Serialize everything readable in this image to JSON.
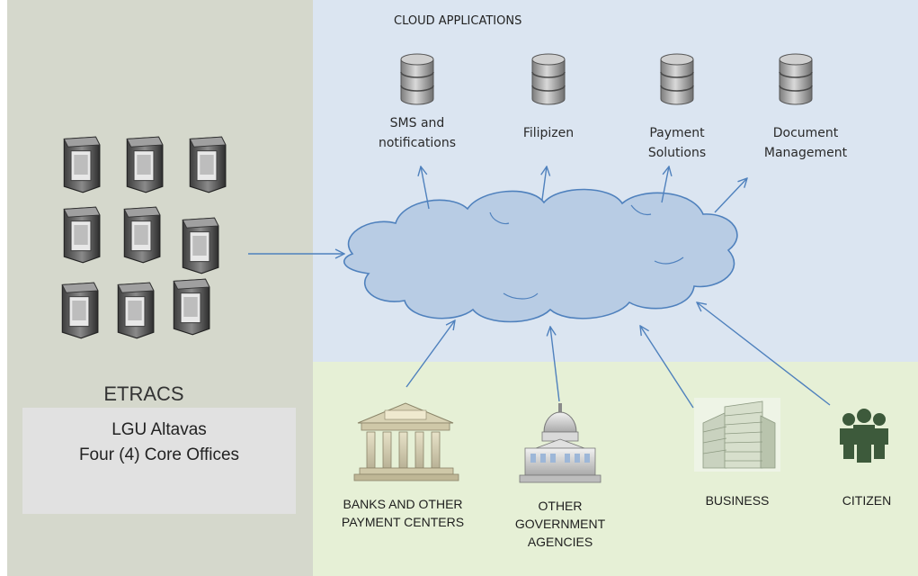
{
  "cloud_title": "CLOUD APPLICATIONS",
  "cloud_apps": [
    {
      "label": "SMS and\nnotifications",
      "icon": "database-icon"
    },
    {
      "label": "Filipizen",
      "icon": "database-icon"
    },
    {
      "label": "Payment\nSolutions",
      "icon": "database-icon"
    },
    {
      "label": "Document\nManagement",
      "icon": "database-icon"
    }
  ],
  "etracs": {
    "title": "ETRACS",
    "line1": "LGU Altavas",
    "line2": "Four (4) Core Offices"
  },
  "users": [
    {
      "label": "BANKS AND OTHER\nPAYMENT CENTERS",
      "icon": "bank-icon"
    },
    {
      "label": "OTHER\nGOVERNMENT\nAGENCIES",
      "icon": "government-building-icon"
    },
    {
      "label": "BUSINESS",
      "icon": "office-building-icon"
    },
    {
      "label": "CITIZEN",
      "icon": "people-group-icon"
    }
  ],
  "colors": {
    "left_panel": "#d5d8cc",
    "cloud_panel": "#dbe5f1",
    "users_panel": "#e6f0d6",
    "cloud_fill": "#b8cce4",
    "arrow": "#4f81bd"
  }
}
